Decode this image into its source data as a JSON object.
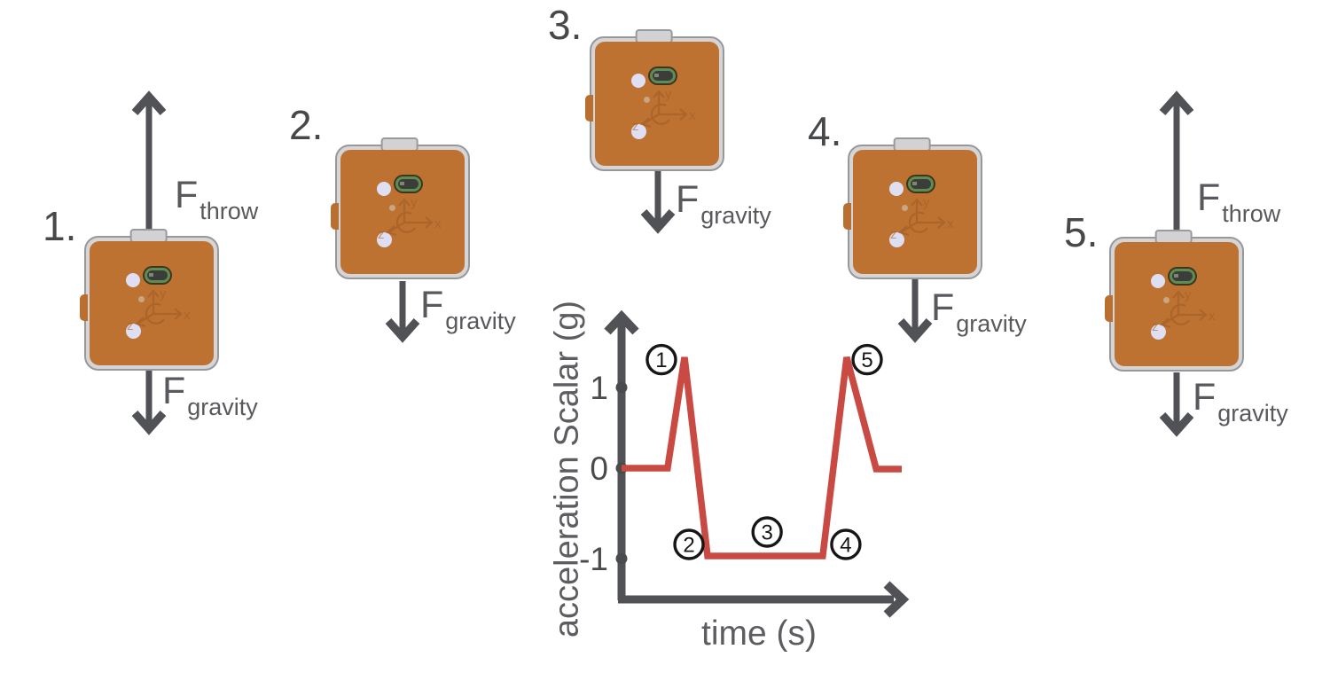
{
  "stages": [
    {
      "number": "1.",
      "forces": [
        {
          "symbol": "F",
          "subscript": "throw",
          "direction": "up"
        },
        {
          "symbol": "F",
          "subscript": "gravity",
          "direction": "down"
        }
      ]
    },
    {
      "number": "2.",
      "forces": [
        {
          "symbol": "F",
          "subscript": "gravity",
          "direction": "down"
        }
      ]
    },
    {
      "number": "3.",
      "forces": [
        {
          "symbol": "F",
          "subscript": "gravity",
          "direction": "down"
        }
      ]
    },
    {
      "number": "4.",
      "forces": [
        {
          "symbol": "F",
          "subscript": "gravity",
          "direction": "down"
        }
      ]
    },
    {
      "number": "5.",
      "forces": [
        {
          "symbol": "F",
          "subscript": "throw",
          "direction": "up"
        },
        {
          "symbol": "F",
          "subscript": "gravity",
          "direction": "down"
        }
      ]
    }
  ],
  "chart_data": {
    "type": "line",
    "title": "",
    "xlabel": "time (s)",
    "ylabel": "acceleration Scalar (g)",
    "yticks": [
      "1",
      "0",
      "-1"
    ],
    "ylim": [
      -1.8,
      1.9
    ],
    "xlim": [
      0,
      10.5
    ],
    "grid": false,
    "legend": false,
    "line_color": "#C94A43",
    "series": [
      {
        "name": "acceleration scalar",
        "x": [
          0.03,
          1.67,
          2.27,
          3.09,
          7.19,
          8.04,
          9.09,
          10.0
        ],
        "y": [
          0,
          0,
          1.39,
          -0.99,
          -0.99,
          1.39,
          -0.01,
          -0.01
        ]
      }
    ],
    "annotations": [
      {
        "label": "1",
        "x": 1.45,
        "y": 1.36
      },
      {
        "label": "2",
        "x": 2.43,
        "y": -0.86
      },
      {
        "label": "3",
        "x": 5.21,
        "y": -0.72
      },
      {
        "label": "4",
        "x": 8.01,
        "y": -0.86
      },
      {
        "label": "5",
        "x": 8.77,
        "y": 1.36
      }
    ]
  },
  "colors": {
    "accent_red": "#C94A43",
    "arrow_gray": "#515255",
    "device_orange": "#BE7231",
    "device_rim": "#D5D5D7",
    "annotation_ink": "#161616"
  }
}
